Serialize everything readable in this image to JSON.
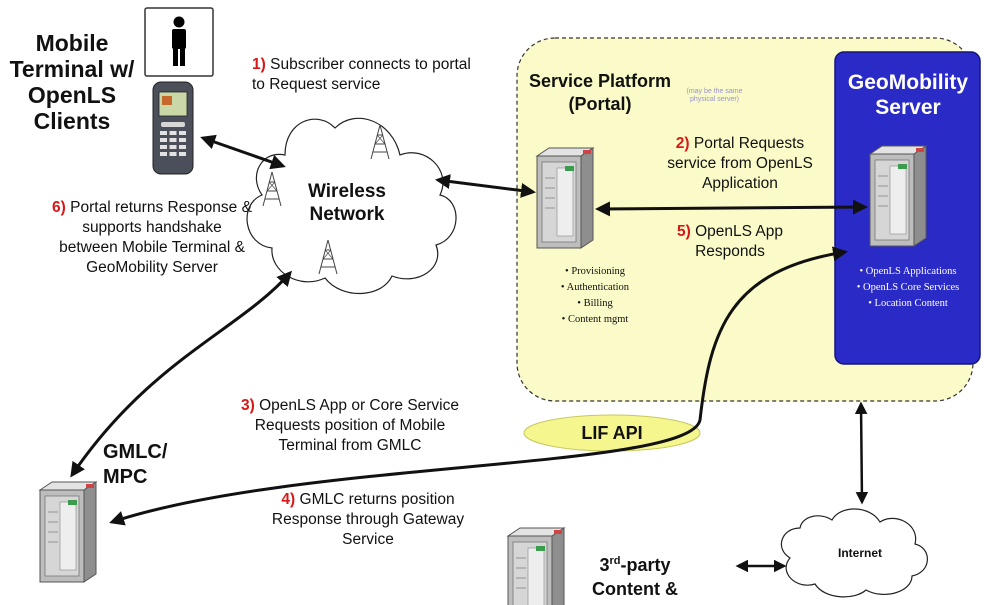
{
  "nodes": {
    "mobile_terminal": "Mobile Terminal w/ OpenLS Clients",
    "wireless_network": "Wireless Network",
    "service_platform": "Service Platform (Portal)",
    "service_platform_note": "(may be the same physical server)",
    "geomobility_server": "GeoMobility Server",
    "gmlc": "GMLC/ MPC",
    "lif_api": "LIF API",
    "internet": "Internet",
    "third_party_pre": "3",
    "third_party_sup": "rd",
    "third_party_post": "-party",
    "third_party_line2": "Content &"
  },
  "steps": [
    {
      "num": "1)",
      "text": "Subscriber connects  to portal to Request service"
    },
    {
      "num": "2)",
      "text": "Portal Requests service from OpenLS Application"
    },
    {
      "num": "3)",
      "text": "OpenLS App or Core Service Requests position of Mobile Terminal from GMLC"
    },
    {
      "num": "4)",
      "text": "GMLC returns position Response through Gateway Service"
    },
    {
      "num": "5)",
      "text": "OpenLS App Responds"
    },
    {
      "num": "6)",
      "text": "Portal returns Response & supports handshake between Mobile Terminal & GeoMobility Server"
    }
  ],
  "portal_services": [
    "Provisioning",
    "Authentication",
    "Billing",
    "Content mgmt"
  ],
  "geomobility_services": [
    "OpenLS Applications",
    "OpenLS Core Services",
    "Location Content"
  ],
  "colors": {
    "platform_fill": "#fbfbc9",
    "geomobility_fill": "#2a2ac6",
    "lif_fill": "#f6f68e",
    "step_number": "#d81818",
    "server_body": "#c8c8c8"
  }
}
